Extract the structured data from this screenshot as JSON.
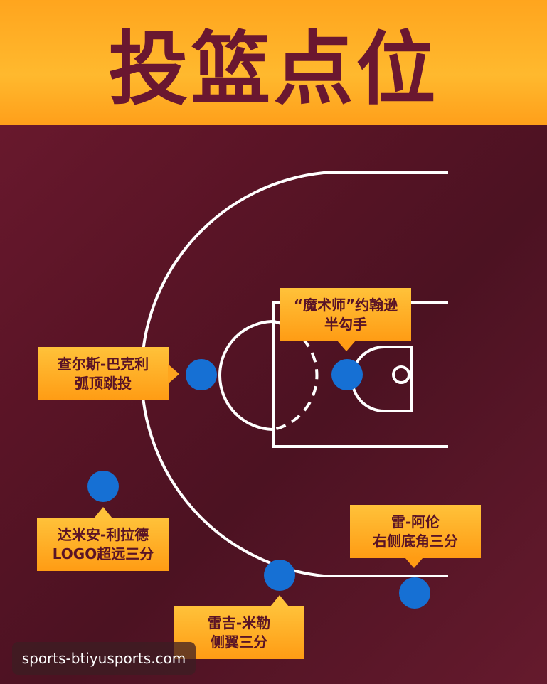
{
  "title": "投篮点位",
  "watermark": "sports-btiyusports.com",
  "colors": {
    "header": "#ffb02a",
    "background": "#5a1426",
    "dot": "#1670d4",
    "label": "#ffb124"
  },
  "spots": [
    {
      "line1": "查尔斯-巴克利",
      "line2": "弧顶跳投"
    },
    {
      "line1": "“魔术师”约翰逊",
      "line2": "半勾手"
    },
    {
      "line1": "达米安-利拉德",
      "line2": "LOGO超远三分"
    },
    {
      "line1": "雷-阿伦",
      "line2": "右侧底角三分"
    },
    {
      "line1": "雷吉-米勒",
      "line2": "侧翼三分"
    }
  ]
}
